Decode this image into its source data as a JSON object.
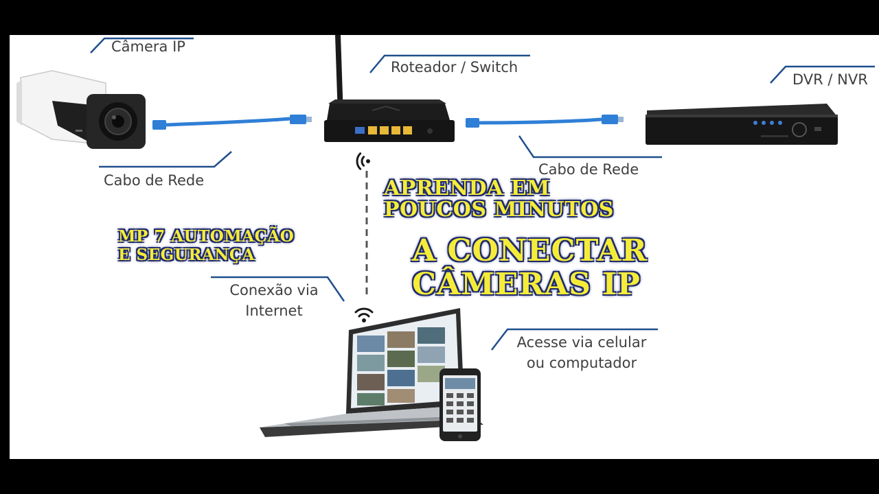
{
  "labels": {
    "camera_ip": "Câmera IP",
    "roteador_switch": "Roteador / Switch",
    "dvr_nvr": "DVR / NVR",
    "cabo_de_rede_left": "Cabo de Rede",
    "cabo_de_rede_right": "Cabo de Rede",
    "conexao_line1": "Conexão via",
    "conexao_line2": "Internet",
    "acesse_line1": "Acesse via celular",
    "acesse_line2": "ou computador"
  },
  "overlay": {
    "aprenda_line1": "APRENDA EM",
    "aprenda_line2": "POUCOS MINUTOS",
    "mp_line1": "MP 7 AUTOMAÇÃO",
    "mp_line2": "E SEGURANÇA",
    "conectar_line1": "A CONECTAR",
    "conectar_line2": "CÂMERAS IP"
  },
  "colors": {
    "label_text": "#3f3f3f",
    "leader_line": "#1f4f8c",
    "cable": "#2f7fd6",
    "overlay_fill": "#f5ec3a",
    "overlay_outline": "#1f2a6b",
    "router_port": "#e8b838",
    "device_body": "#1c1c1c"
  },
  "icons": {
    "camera": "ip-camera-icon",
    "router": "router-icon",
    "dvr": "dvr-nvr-icon",
    "laptop": "laptop-icon",
    "phone": "smartphone-icon",
    "wifi": "wifi-icon"
  }
}
